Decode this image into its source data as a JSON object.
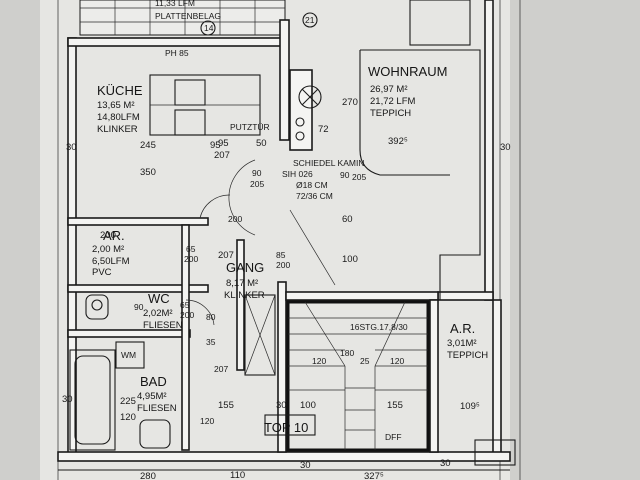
{
  "rooms": {
    "kueche": {
      "name": "KÜCHE",
      "area": "13,65 M²",
      "perimeter": "14,80LFM",
      "floor": "KLINKER"
    },
    "wohnraum": {
      "name": "WOHNRAUM",
      "area": "26,97 M²",
      "perimeter": "21,72 LFM",
      "floor": "TEPPICH"
    },
    "ar_left": {
      "name": "AR.",
      "area": "2,00 M²",
      "perimeter": "6,50LFM",
      "floor": "PVC"
    },
    "gang": {
      "name": "GANG",
      "area": "8,17 M²",
      "floor": "KLINKER"
    },
    "wc": {
      "name": "WC",
      "area": "2,02M²",
      "floor": "FLIESEN"
    },
    "bad": {
      "name": "BAD",
      "area": "4,95M²",
      "floor": "FLIESEN"
    },
    "ar_right": {
      "name": "A.R.",
      "area": "3,01M²",
      "floor": "TEPPICH"
    }
  },
  "labels": {
    "top_area": "11,33 LFM",
    "plattenbelag": "PLATTENBELAG",
    "ph": "PH 85",
    "putztuer": "PUTZTÜR",
    "kamin": "SCHIEDEL KAMIN",
    "kamin_type": "SIH 026",
    "kamin_d": "Ø18 CM",
    "kamin_size": "72/36 CM",
    "stairs": "16STG.17,8/30",
    "top": "TOP 10",
    "dff": "DFF",
    "wm": "WM",
    "circle_14": "14",
    "circle_21": "21"
  },
  "dimensions": {
    "d30_left": "30",
    "d245": "245",
    "d95": "95",
    "d207a": "207",
    "d50": "50",
    "d72": "72",
    "d270": "270",
    "d392": "392⁵",
    "d30_right": "30",
    "d350": "350",
    "d90a": "90",
    "d205a": "205",
    "d90b": "90",
    "d205b": "205",
    "d200a": "200",
    "d60": "60",
    "d100": "100",
    "d207b": "207",
    "d65a": "65",
    "d200b": "200",
    "d85": "85",
    "d200c": "200",
    "d90c": "90",
    "d65b": "65",
    "d200d": "200",
    "d80": "80",
    "d35": "35",
    "d207c": "207",
    "d120a": "120",
    "d225": "225",
    "d155a": "155",
    "d30b": "30",
    "d100b": "100",
    "d155b": "155",
    "d109": "109⁵",
    "d120b": "120",
    "d180": "180",
    "d25": "25",
    "d120c": "120",
    "d110": "110",
    "d280": "280",
    "d327": "327⁵",
    "d30c": "30",
    "d200e": "200",
    "d30d": "30",
    "d30e": "30",
    "d95b": "95",
    "d120d": "120"
  }
}
